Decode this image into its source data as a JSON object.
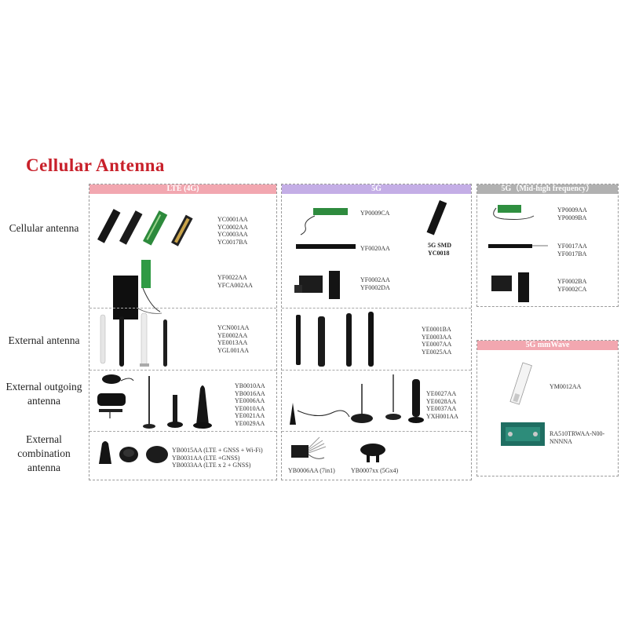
{
  "title": "Cellular Antenna",
  "row_labels": {
    "cellular": "Cellular antenna",
    "external": "External antenna",
    "outgoing": [
      "External outgoing",
      "antenna"
    ],
    "combination": [
      "External",
      "combination",
      "antenna"
    ]
  },
  "panels": {
    "lte": {
      "header": "LTE (4G)",
      "cellular_a": [
        "YC0001AA",
        "YC0002AA",
        "YC0003AA",
        "YC0017BA"
      ],
      "cellular_b": [
        "YF0022AA",
        "YFCA002AA"
      ],
      "external": [
        "YCN001AA",
        "YE0002AA",
        "YE0013AA",
        "YGL001AA"
      ],
      "outgoing": [
        "YB0010AA",
        "YB0016AA",
        "YE0006AA",
        "YE0010AA",
        "YE0021AA",
        "YE0029AA"
      ],
      "combination": [
        "YB0015AA (LTE + GNSS + Wi-Fi)",
        "YB0031AA (LTE +GNSS)",
        "YB0033AA (LTE x 2 + GNSS)"
      ]
    },
    "fiveg": {
      "header": "5G",
      "cellular_a": "YP0009CA",
      "cellular_smd": [
        "5G SMD",
        "YC0018"
      ],
      "cellular_b": "YF0020AA",
      "cellular_c": [
        "YF0002AA",
        "YF0002DA"
      ],
      "external": [
        "YE0001BA",
        "YE0003AA",
        "YE0007AA",
        "YE0025AA"
      ],
      "outgoing": [
        "YE0027AA",
        "YE0028AA",
        "YE0037AA",
        "YXH001AA"
      ],
      "combination_a": "YB0006AA (7in1)",
      "combination_b": "YB0007xx (5Gx4)"
    },
    "mid": {
      "header": "5G（Mid-high frequency）",
      "a": [
        "YP0009AA",
        "YP0009BA"
      ],
      "b": [
        "YF0017AA",
        "YF0017BA"
      ],
      "c": [
        "YF0002BA",
        "YF0002CA"
      ]
    },
    "mmwave": {
      "header": "5G mmWave",
      "a": "YM0012AA",
      "b": [
        "RA510TRWAA-N00-",
        "NNNNA"
      ]
    }
  }
}
